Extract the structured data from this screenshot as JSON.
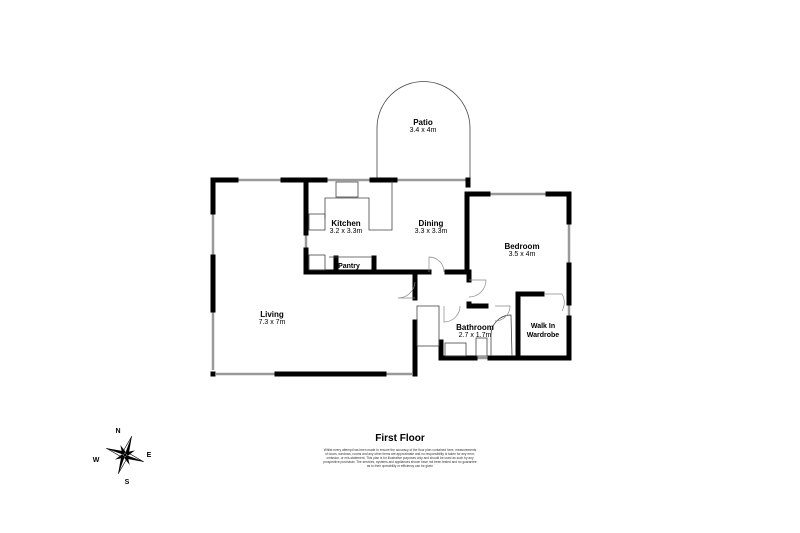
{
  "title": "First Floor",
  "rooms": {
    "patio": {
      "name": "Patio",
      "dims": "3.4 x 4m"
    },
    "kitchen": {
      "name": "Kitchen",
      "dims": "3.2 x 3.3m"
    },
    "dining": {
      "name": "Dining",
      "dims": "3.3 x 3.3m"
    },
    "bedroom": {
      "name": "Bedroom",
      "dims": "3.5 x 4m"
    },
    "living": {
      "name": "Living",
      "dims": "7.3 x 7m"
    },
    "bathroom": {
      "name": "Bathroom",
      "dims": "2.7 x 1.7m"
    },
    "wardrobe": {
      "name1": "Walk In",
      "name2": "Wardrobe"
    },
    "pantry": {
      "name": "Pantry"
    }
  },
  "compass": {
    "n": "N",
    "e": "E",
    "s": "S",
    "w": "W"
  },
  "disclaimer": [
    "Whilst every attempt has been made to ensure the accuracy of the floor plan contained here, measurements",
    "of doors, windows, rooms and any other items are approximate and no responsibility is taken for any error,",
    "omission, or mis-statement. This plan is for illustrative purposes only and should be used as such by any",
    "prospective purchaser. The services, systems and appliances shown have not been tested and no guarantee",
    "as to their operability or efficiency can be given"
  ]
}
